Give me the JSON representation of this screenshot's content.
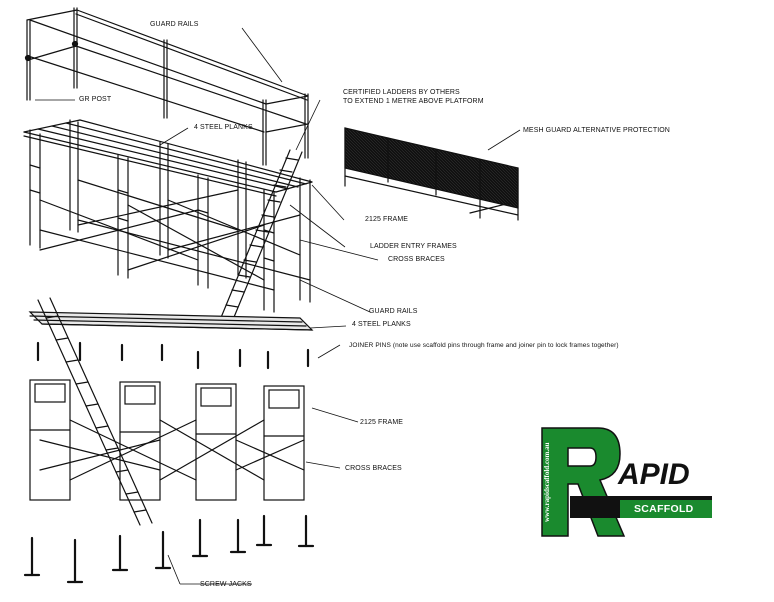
{
  "labels": {
    "guard_rails_top": "GUARD RAILS",
    "gr_post": "GR POST",
    "certified_ladders_1": "CERTIFIED LADDERS BY OTHERS",
    "certified_ladders_2": "TO EXTEND 1 METRE ABOVE PLATFORM",
    "four_steel_planks_top": "4 STEEL PLANKS",
    "mesh_guard": "MESH GUARD ALTERNATIVE PROTECTION",
    "frame_2125_top": "2125 FRAME",
    "ladder_entry_frames": "LADDER ENTRY FRAMES",
    "cross_braces_top": "CROSS BRACES",
    "guard_rails_mid": "GUARD RAILS",
    "four_steel_planks_mid": "4 STEEL PLANKS",
    "joiner_pins": "JOINER PINS (note use scaffold pins through frame and joiner pin to lock frames together)",
    "frame_2125_bottom": "2125 FRAME",
    "cross_braces_bottom": "CROSS BRACES",
    "screw_jacks": "SCREW JACKS"
  },
  "logo": {
    "letter": "R",
    "word": "APID",
    "sub": "SCAFFOLD",
    "url": "www.rapidscaffold.com.au",
    "colors": {
      "green": "#1a8a2e",
      "black": "#111111",
      "white": "#ffffff"
    }
  }
}
